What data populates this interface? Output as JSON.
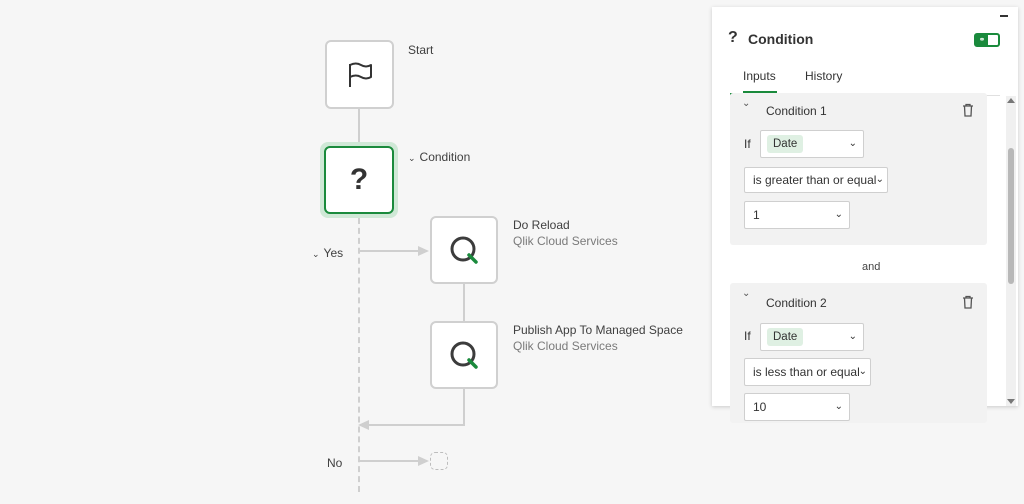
{
  "flow": {
    "start_label": "Start",
    "condition_label": "Condition",
    "condition_glyph": "?",
    "yes_label": "Yes",
    "no_label": "No",
    "reload_title": "Do Reload",
    "reload_sub": "Qlik Cloud Services",
    "publish_title": "Publish App To Managed Space",
    "publish_sub": "Qlik Cloud Services",
    "qlik_color": "#1a8a3c"
  },
  "panel": {
    "glyph": "?",
    "title": "Condition",
    "tabs": [
      {
        "label": "Inputs",
        "active": true
      },
      {
        "label": "History",
        "active": false
      }
    ],
    "conditions": [
      {
        "title": "Condition 1",
        "if_label": "If",
        "field": "Date",
        "operator": "is greater than or equal",
        "value": "1"
      },
      {
        "title": "Condition 2",
        "if_label": "If",
        "field": "Date",
        "operator": "is less than or equal",
        "value": "10"
      }
    ],
    "joiner": "and"
  },
  "colors": {
    "accent": "#1a8a3c",
    "canvas": "#f6f6f6",
    "selected_glow": "#cfe8d6"
  }
}
